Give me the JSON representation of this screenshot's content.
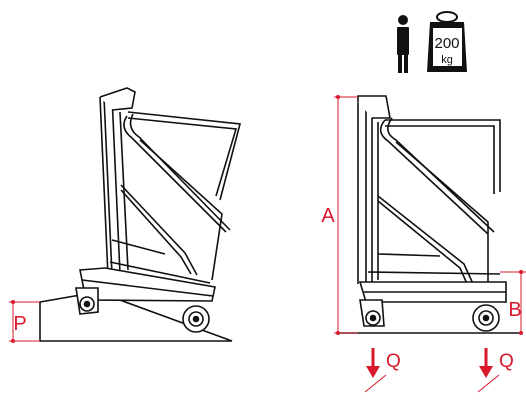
{
  "dimension_labels": {
    "A": "A",
    "B": "B",
    "P": "P",
    "Q1": "Q",
    "Q2": "Q"
  },
  "load_badge": {
    "value": "200",
    "unit": "kg"
  },
  "icons": {
    "person": "person-icon",
    "weight": "weight-icon",
    "load": "load-arrow-icon"
  },
  "colors": {
    "dimension": "#d7192b",
    "line": "#111111"
  }
}
